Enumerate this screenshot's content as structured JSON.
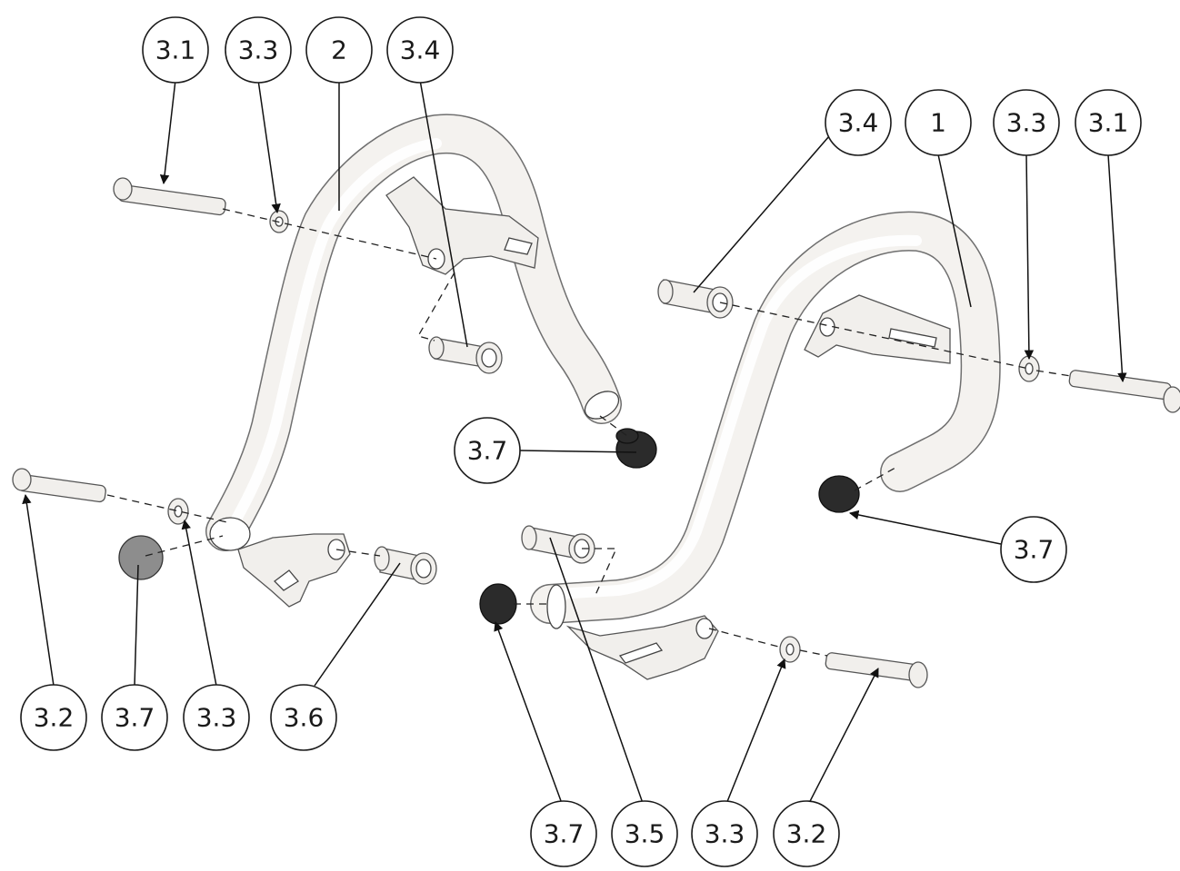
{
  "callouts": [
    {
      "id": "c1",
      "label": "3.1"
    },
    {
      "id": "c2",
      "label": "3.3"
    },
    {
      "id": "c3",
      "label": "2"
    },
    {
      "id": "c4",
      "label": "3.4"
    },
    {
      "id": "c5",
      "label": "3.4"
    },
    {
      "id": "c6",
      "label": "1"
    },
    {
      "id": "c7",
      "label": "3.3"
    },
    {
      "id": "c8",
      "label": "3.1"
    },
    {
      "id": "c9",
      "label": "3.7"
    },
    {
      "id": "c10",
      "label": "3.7"
    },
    {
      "id": "c11",
      "label": "3.2"
    },
    {
      "id": "c12",
      "label": "3.7"
    },
    {
      "id": "c13",
      "label": "3.3"
    },
    {
      "id": "c14",
      "label": "3.6"
    },
    {
      "id": "c15",
      "label": "3.7"
    },
    {
      "id": "c16",
      "label": "3.5"
    },
    {
      "id": "c17",
      "label": "3.3"
    },
    {
      "id": "c18",
      "label": "3.2"
    }
  ],
  "colors": {
    "tube": "#f4f2ef",
    "cap_dark": "#2b2b2b",
    "cap_grey": "#8d8d8d",
    "line": "#111111"
  }
}
